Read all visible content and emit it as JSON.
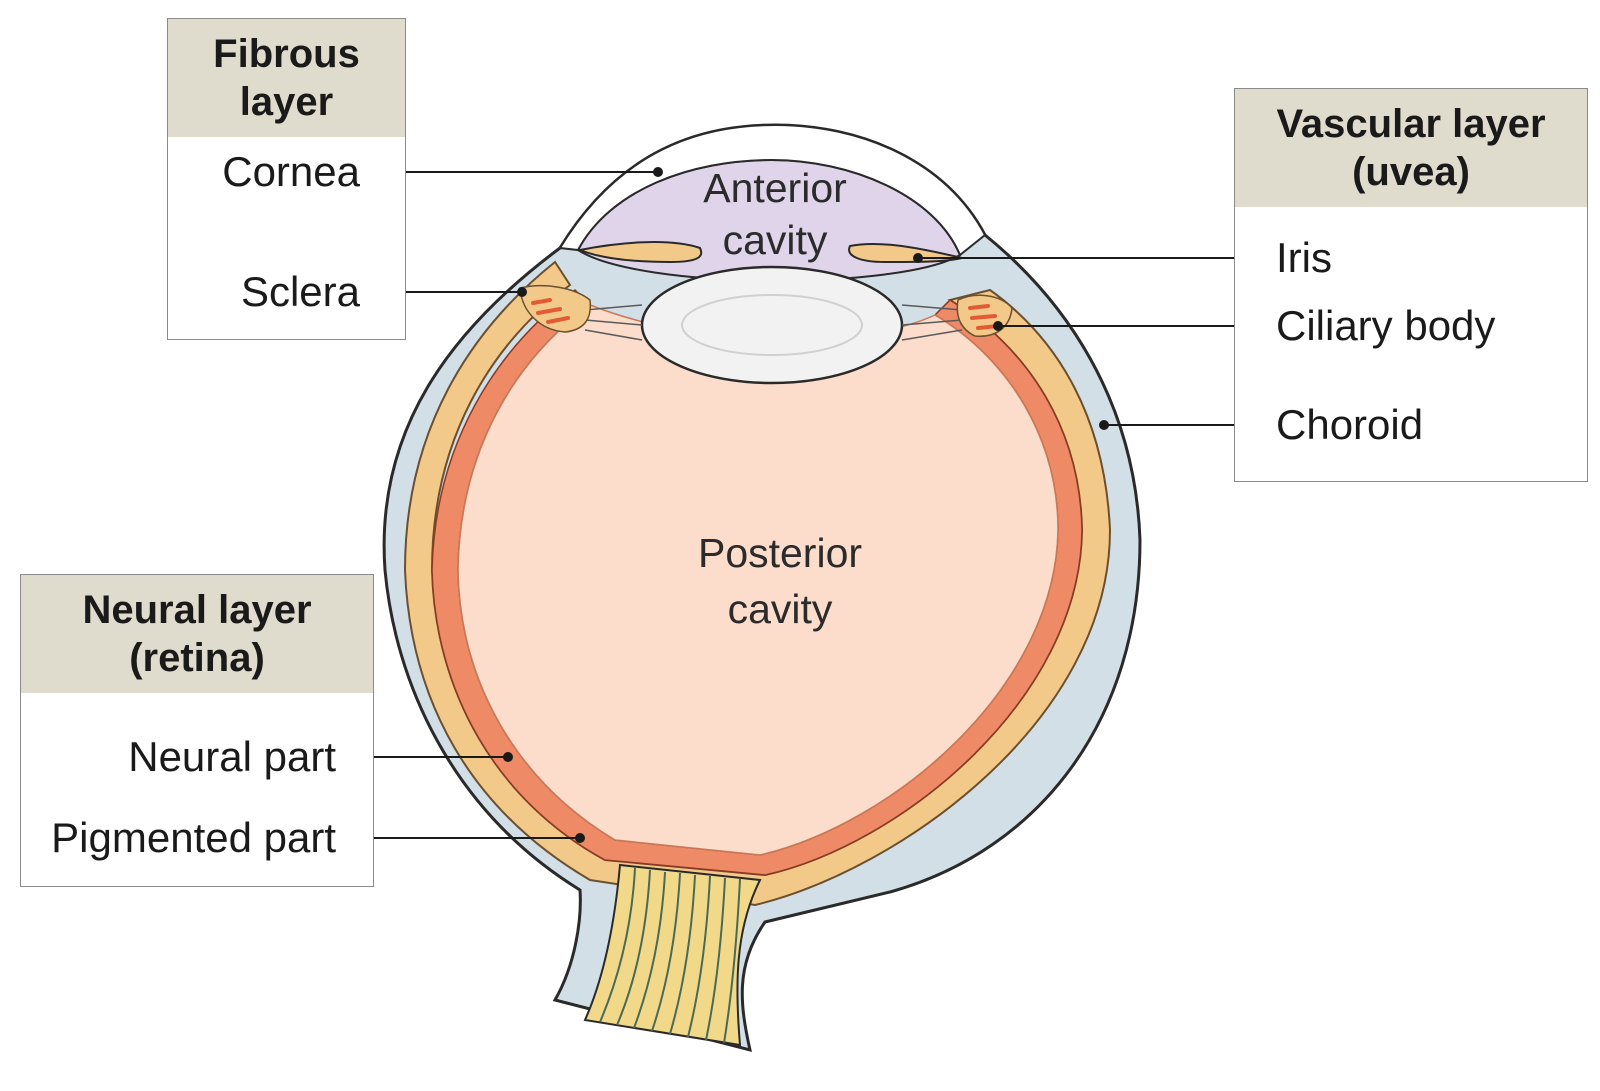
{
  "fibrous": {
    "title_line1": "Fibrous",
    "title_line2": "layer",
    "cornea": "Cornea",
    "sclera": "Sclera"
  },
  "vascular": {
    "title_line1": "Vascular layer",
    "title_line2": "(uvea)",
    "iris": "Iris",
    "ciliary": "Ciliary body",
    "choroid": "Choroid"
  },
  "neural": {
    "title_line1": "Neural layer",
    "title_line2": "(retina)",
    "neural_part": "Neural part",
    "pigmented_part": "Pigmented part"
  },
  "cavities": {
    "anterior_line1": "Anterior",
    "anterior_line2": "cavity",
    "posterior_line1": "Posterior",
    "posterior_line2": "cavity"
  },
  "colors": {
    "box_header": "#e0dccd",
    "sclera": "#d3dfe6",
    "choroid": "#f3c98a",
    "retina": "#ee8a66",
    "vitreous": "#fcdccb",
    "anterior_cavity": "#e0d4ea",
    "lens": "#f2f2f2",
    "optic_nerve": "#f2d98a"
  }
}
